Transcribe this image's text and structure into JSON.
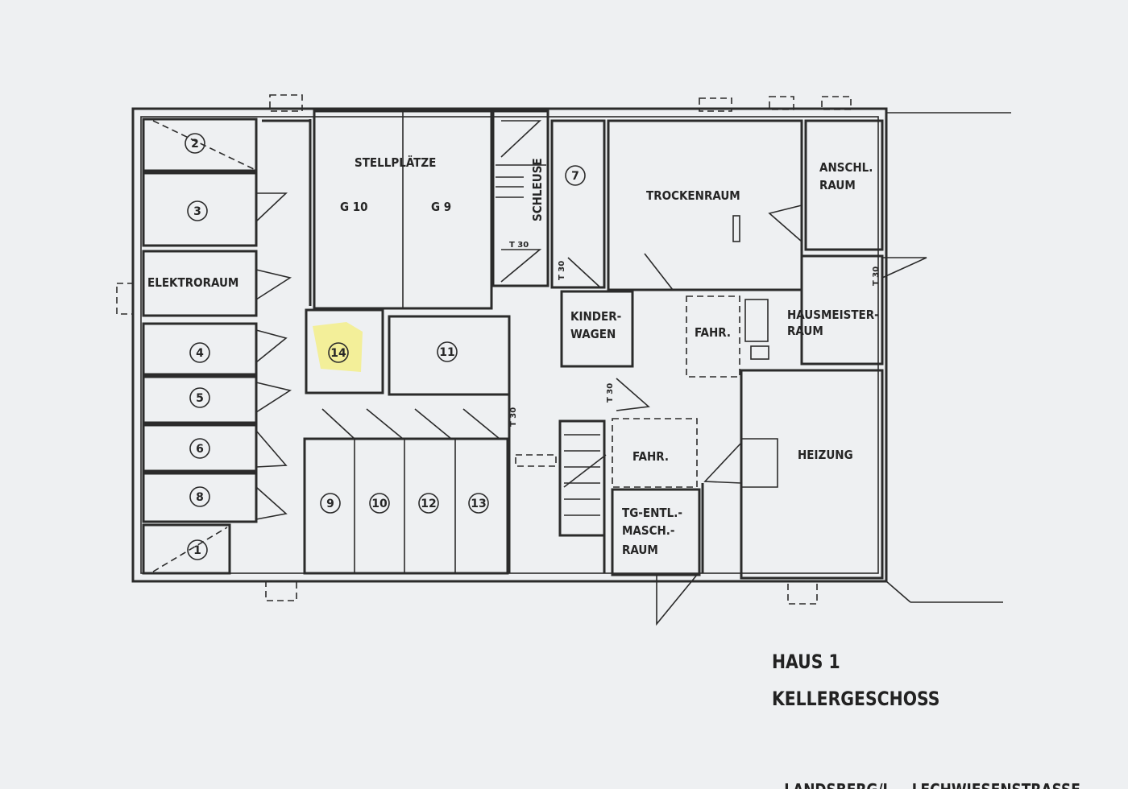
{
  "title": {
    "line1": "HAUS 1",
    "line2": "KELLERGESCHOSS",
    "address": "LANDSBERG/L. - LECHWIESENSTRASSE"
  },
  "rooms": {
    "stellplaetze": "STELLPLÄTZE",
    "g10": "G 10",
    "g9": "G 9",
    "elektroraum": "ELEKTRORAUM",
    "schleuse": "SCHLEUSE",
    "trockenraum": "TROCKENRAUM",
    "anschl_1": "ANSCHL.",
    "anschl_2": "RAUM",
    "kinder_1": "KINDER-",
    "kinder_2": "WAGEN",
    "fahr_1": "FAHR.",
    "fahr_2": "FAHR.",
    "hausmeister_1": "HAUSMEISTER-",
    "hausmeister_2": "RAUM",
    "heizung": "HEIZUNG",
    "tg_1": "TG-ENTL.-",
    "tg_2": "MASCH.-",
    "tg_3": "RAUM"
  },
  "fire_doors": [
    "T 30",
    "T 30",
    "T 30",
    "T 30",
    "T 30"
  ],
  "units": [
    "1",
    "2",
    "3",
    "4",
    "5",
    "6",
    "7",
    "8",
    "9",
    "10",
    "11",
    "12",
    "13",
    "14"
  ],
  "highlight_color": "#f3ee8a"
}
